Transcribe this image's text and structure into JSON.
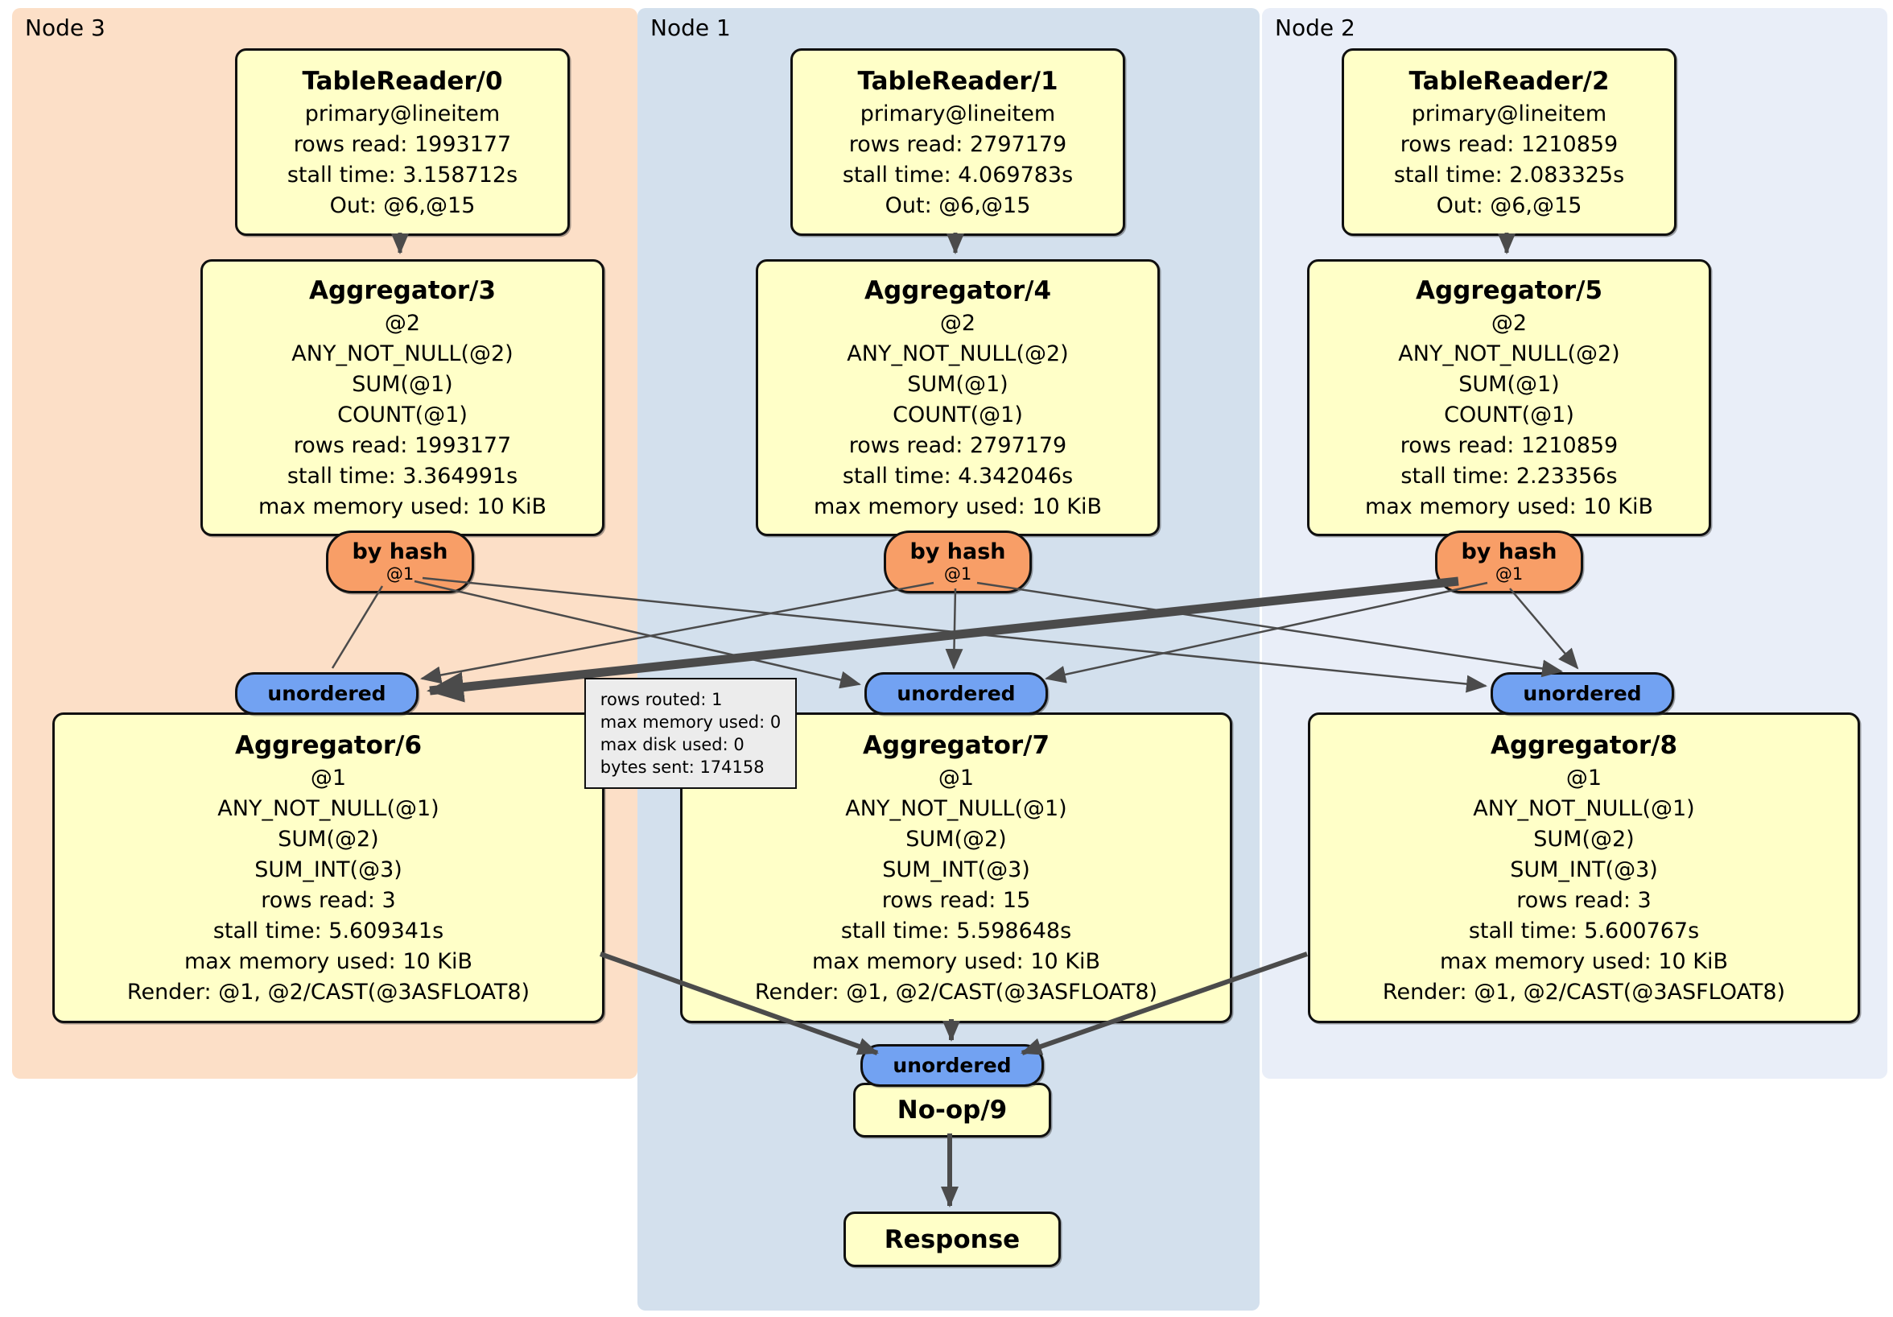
{
  "regions": [
    {
      "label": "Node 3",
      "color": "#fcdfc7"
    },
    {
      "label": "Node 1",
      "color": "#d3e0ed"
    },
    {
      "label": "Node 2",
      "color": "#e9eef8"
    }
  ],
  "boxes": {
    "tr0": {
      "title": "TableReader/0",
      "lines": [
        "primary@lineitem",
        "rows read: 1993177",
        "stall time: 3.158712s",
        "Out: @6,@15"
      ]
    },
    "tr1": {
      "title": "TableReader/1",
      "lines": [
        "primary@lineitem",
        "rows read: 2797179",
        "stall time: 4.069783s",
        "Out: @6,@15"
      ]
    },
    "tr2": {
      "title": "TableReader/2",
      "lines": [
        "primary@lineitem",
        "rows read: 1210859",
        "stall time: 2.083325s",
        "Out: @6,@15"
      ]
    },
    "agg3": {
      "title": "Aggregator/3",
      "lines": [
        "@2",
        "ANY_NOT_NULL(@2)",
        "SUM(@1)",
        "COUNT(@1)",
        "rows read: 1993177",
        "stall time: 3.364991s",
        "max memory used: 10 KiB"
      ]
    },
    "agg4": {
      "title": "Aggregator/4",
      "lines": [
        "@2",
        "ANY_NOT_NULL(@2)",
        "SUM(@1)",
        "COUNT(@1)",
        "rows read: 2797179",
        "stall time: 4.342046s",
        "max memory used: 10 KiB"
      ]
    },
    "agg5": {
      "title": "Aggregator/5",
      "lines": [
        "@2",
        "ANY_NOT_NULL(@2)",
        "SUM(@1)",
        "COUNT(@1)",
        "rows read: 1210859",
        "stall time: 2.23356s",
        "max memory used: 10 KiB"
      ]
    },
    "agg6": {
      "title": "Aggregator/6",
      "lines": [
        "@1",
        "ANY_NOT_NULL(@1)",
        "SUM(@2)",
        "SUM_INT(@3)",
        "rows read: 3",
        "stall time: 5.609341s",
        "max memory used: 10 KiB",
        "Render: @1, @2/CAST(@3ASFLOAT8)"
      ]
    },
    "agg7": {
      "title": "Aggregator/7",
      "lines": [
        "@1",
        "ANY_NOT_NULL(@1)",
        "SUM(@2)",
        "SUM_INT(@3)",
        "rows read: 15",
        "stall time: 5.598648s",
        "max memory used: 10 KiB",
        "Render: @1, @2/CAST(@3ASFLOAT8)"
      ]
    },
    "agg8": {
      "title": "Aggregator/8",
      "lines": [
        "@1",
        "ANY_NOT_NULL(@1)",
        "SUM(@2)",
        "SUM_INT(@3)",
        "rows read: 3",
        "stall time: 5.600767s",
        "max memory used: 10 KiB",
        "Render: @1, @2/CAST(@3ASFLOAT8)"
      ]
    },
    "noop": {
      "title": "No-op/9"
    },
    "response": {
      "title": "Response"
    }
  },
  "routers": [
    {
      "label": "by hash",
      "sub": "@1"
    },
    {
      "label": "by hash",
      "sub": "@1"
    },
    {
      "label": "by hash",
      "sub": "@1"
    }
  ],
  "syncs": [
    {
      "label": "unordered"
    },
    {
      "label": "unordered"
    },
    {
      "label": "unordered"
    },
    {
      "label": "unordered"
    }
  ],
  "tooltip": {
    "lines": [
      "rows routed: 1",
      "max memory used: 0",
      "max disk used: 0",
      "bytes sent: 174158"
    ]
  },
  "colors": {
    "region_node3": "#fcdfc7",
    "region_node1": "#d3e0ed",
    "region_node2": "#e9eef8",
    "processor_fill": "#ffffc8",
    "router_fill": "#f89e67",
    "sync_fill": "#72a2f2",
    "tooltip_fill": "#ececec",
    "edge": "#4b4b4b"
  }
}
